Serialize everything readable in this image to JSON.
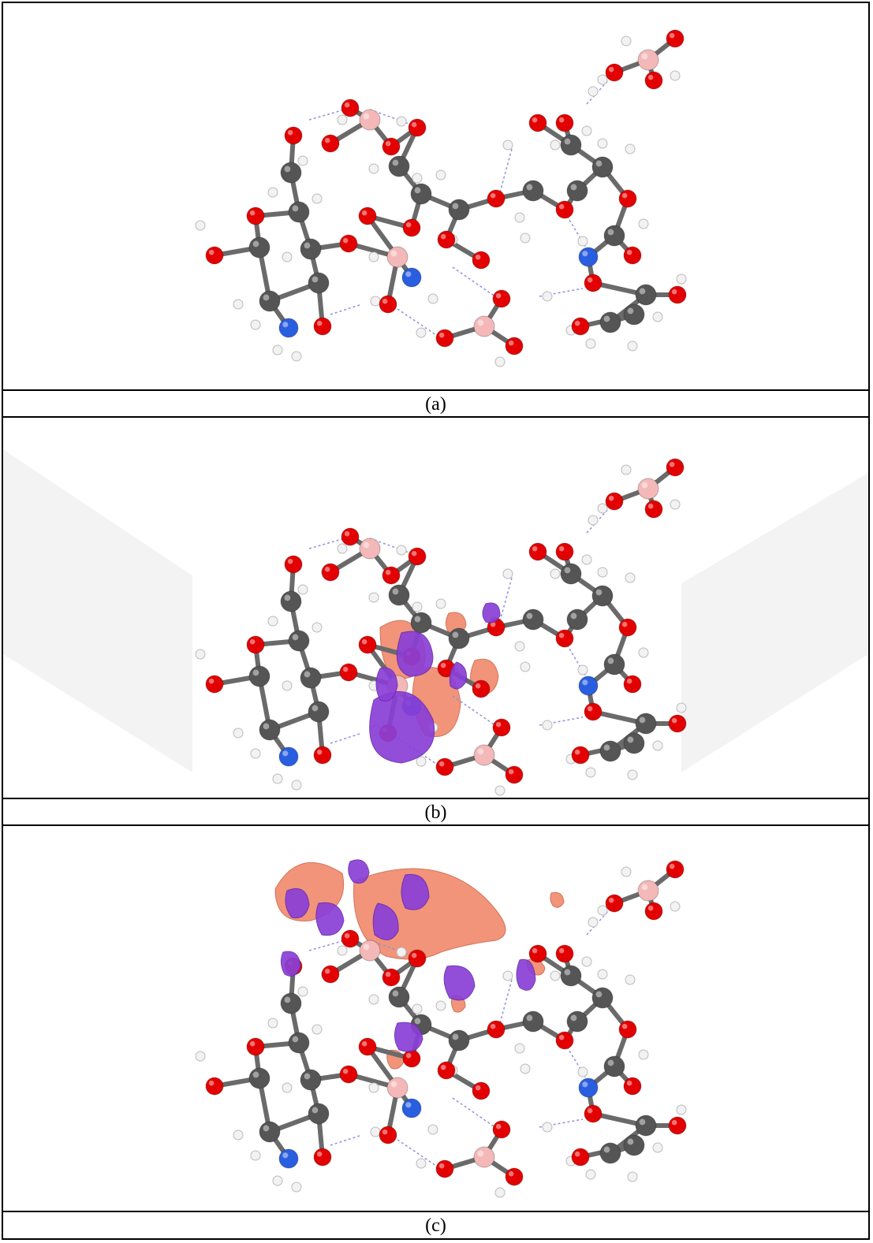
{
  "figure": {
    "panels": [
      {
        "id": "a",
        "caption": "(a)",
        "isosurfaces": "none"
      },
      {
        "id": "b",
        "caption": "(b)",
        "isosurfaces": "central"
      },
      {
        "id": "c",
        "caption": "(c)",
        "isosurfaces": "upper"
      }
    ],
    "colors": {
      "carbon": "#555555",
      "oxygen": "#e30000",
      "hydrogen": "#f2f2f2",
      "nitrogen": "#2a5ee0",
      "boron": "#f4b8b8",
      "isosurface_positive": "#f08c6e",
      "isosurface_negative": "#8a3fd6",
      "hbond": "#9090e0"
    }
  }
}
